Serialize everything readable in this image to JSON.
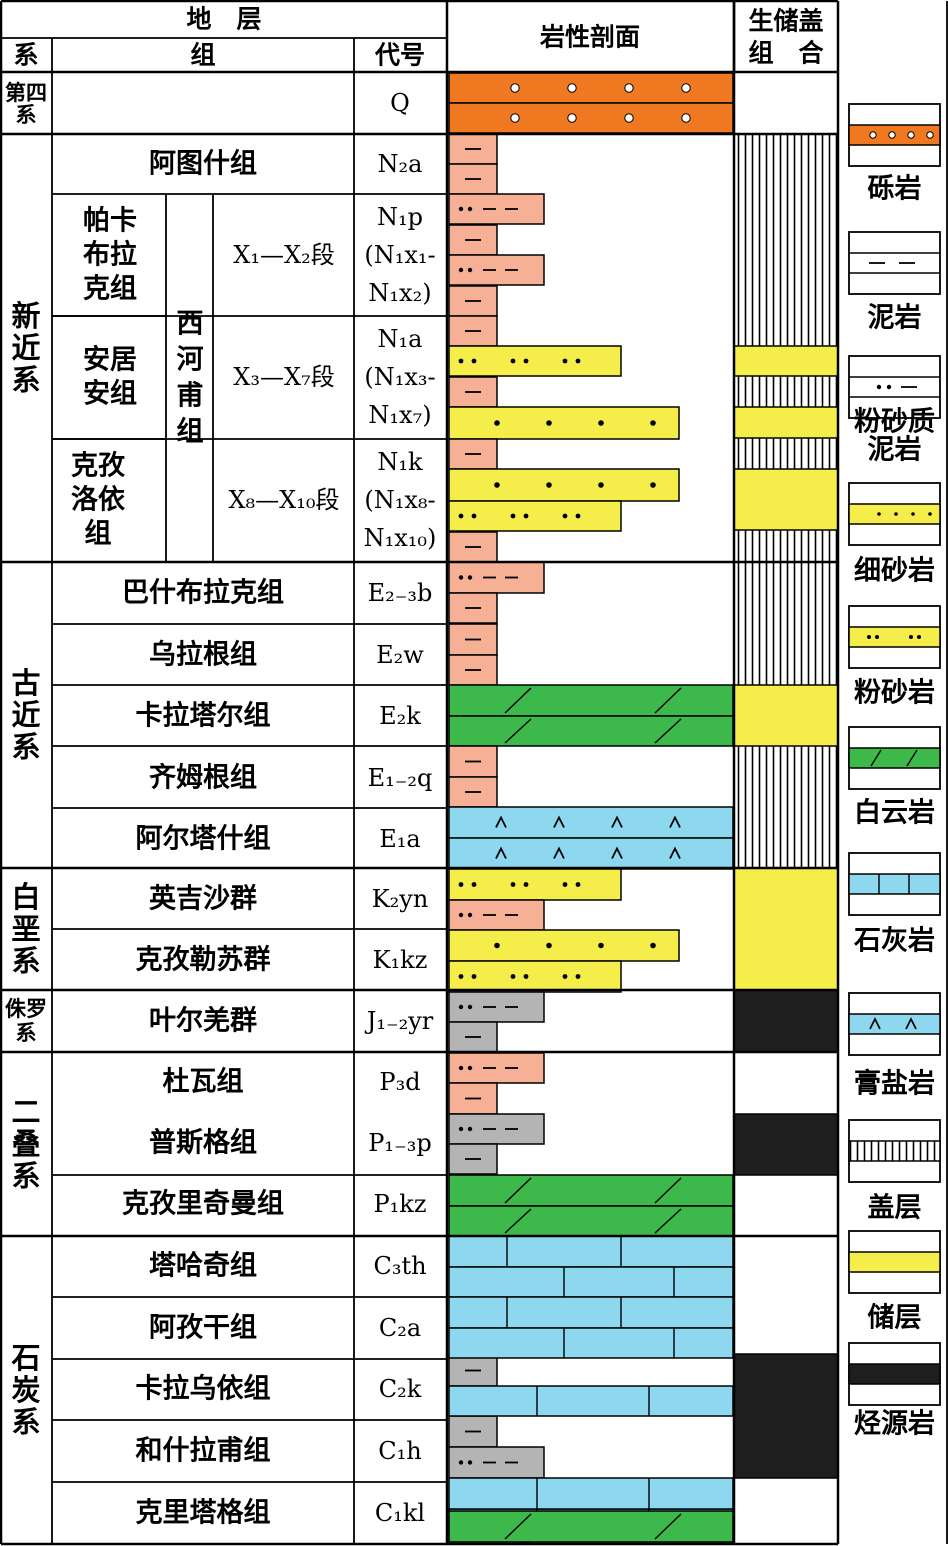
{
  "header": {
    "strata": "地　层",
    "system": "系",
    "formation": "组",
    "code": "代号",
    "lithology_profile": "岩性剖面",
    "combination_line1": "生储盖",
    "combination_line2": "组　合"
  },
  "systems": [
    {
      "id": "quaternary",
      "lines": [
        "第四",
        "系"
      ]
    },
    {
      "id": "neogene",
      "lines": [
        "新",
        "近",
        "系"
      ]
    },
    {
      "id": "paleogene",
      "lines": [
        "古",
        "近",
        "系"
      ]
    },
    {
      "id": "cretaceous",
      "lines": [
        "白",
        "垩",
        "系"
      ]
    },
    {
      "id": "jurassic",
      "lines": [
        "侏罗",
        "系"
      ]
    },
    {
      "id": "permian",
      "lines": [
        "二",
        "叠",
        "系"
      ]
    },
    {
      "id": "carboniferous",
      "lines": [
        "石",
        "炭",
        "系"
      ]
    }
  ],
  "group_label": [
    "西",
    "河",
    "甫",
    "组"
  ],
  "formations": [
    {
      "id": "atushi",
      "lines": [
        "阿图什组"
      ]
    },
    {
      "id": "pakabulake",
      "lines": [
        "帕卡",
        "布拉",
        "克组"
      ]
    },
    {
      "id": "anjuan",
      "lines": [
        "安居",
        "安组"
      ]
    },
    {
      "id": "kezilouyi",
      "lines": [
        "克孜",
        "洛依",
        "组"
      ]
    },
    {
      "id": "bashibulake",
      "lines": [
        "巴什布拉克组"
      ]
    },
    {
      "id": "wulagen",
      "lines": [
        "乌拉根组"
      ]
    },
    {
      "id": "kalataer",
      "lines": [
        "卡拉塔尔组"
      ]
    },
    {
      "id": "qimugen",
      "lines": [
        "齐姆根组"
      ]
    },
    {
      "id": "aertashi",
      "lines": [
        "阿尔塔什组"
      ]
    },
    {
      "id": "yingjisha",
      "lines": [
        "英吉沙群"
      ]
    },
    {
      "id": "kezilesu",
      "lines": [
        "克孜勒苏群"
      ]
    },
    {
      "id": "yeerqiang",
      "lines": [
        "叶尔羌群"
      ]
    },
    {
      "id": "duwa",
      "lines": [
        "杜瓦组"
      ]
    },
    {
      "id": "pusige",
      "lines": [
        "普斯格组"
      ]
    },
    {
      "id": "keziliqiman",
      "lines": [
        "克孜里奇曼组"
      ]
    },
    {
      "id": "tahaqi",
      "lines": [
        "塔哈奇组"
      ]
    },
    {
      "id": "aziigan",
      "lines": [
        "阿孜干组"
      ]
    },
    {
      "id": "kalawuyi",
      "lines": [
        "卡拉乌依组"
      ]
    },
    {
      "id": "heshilapu",
      "lines": [
        "和什拉甫组"
      ]
    },
    {
      "id": "kelitage",
      "lines": [
        "克里塔格组"
      ]
    }
  ],
  "segments": [
    "X₁—X₂段",
    "X₃—X₇段",
    "X₈—X₁₀段"
  ],
  "codes": [
    {
      "id": "q",
      "lines": [
        "Q"
      ]
    },
    {
      "id": "n2a",
      "lines": [
        "N₂a"
      ]
    },
    {
      "id": "n1p",
      "lines": [
        "N₁p",
        "(N₁x₁-",
        "N₁x₂)"
      ]
    },
    {
      "id": "n1a",
      "lines": [
        "N₁a",
        "(N₁x₃-",
        "N₁x₇)"
      ]
    },
    {
      "id": "n1k",
      "lines": [
        "N₁k",
        "(N₁x₈-",
        "N₁x₁₀)"
      ]
    },
    {
      "id": "e23b",
      "lines": [
        "E₂₋₃b"
      ]
    },
    {
      "id": "e2w",
      "lines": [
        "E₂w"
      ]
    },
    {
      "id": "e2k",
      "lines": [
        "E₂k"
      ]
    },
    {
      "id": "e12q",
      "lines": [
        "E₁₋₂q"
      ]
    },
    {
      "id": "e1a",
      "lines": [
        "E₁a"
      ]
    },
    {
      "id": "k2yn",
      "lines": [
        "K₂yn"
      ]
    },
    {
      "id": "k1kz",
      "lines": [
        "K₁kz"
      ]
    },
    {
      "id": "j12yr",
      "lines": [
        "J₁₋₂yr"
      ]
    },
    {
      "id": "p3d",
      "lines": [
        "P₃d"
      ]
    },
    {
      "id": "p13p",
      "lines": [
        "P₁₋₃p"
      ]
    },
    {
      "id": "p1kz",
      "lines": [
        "P₁kz"
      ]
    },
    {
      "id": "c3th",
      "lines": [
        "C₃th"
      ]
    },
    {
      "id": "c2a",
      "lines": [
        "C₂a"
      ]
    },
    {
      "id": "c2k",
      "lines": [
        "C₂k"
      ]
    },
    {
      "id": "c1h",
      "lines": [
        "C₁h"
      ]
    },
    {
      "id": "c1kl",
      "lines": [
        "C₁kl"
      ]
    }
  ],
  "legend": [
    {
      "id": "conglomerate",
      "lines": [
        "砾岩"
      ]
    },
    {
      "id": "mudstone",
      "lines": [
        "泥岩"
      ]
    },
    {
      "id": "silty-mudstone",
      "lines": [
        "粉砂质",
        "泥岩"
      ]
    },
    {
      "id": "fine-sandstone",
      "lines": [
        "细砂岩"
      ]
    },
    {
      "id": "siltstone",
      "lines": [
        "粉砂岩"
      ]
    },
    {
      "id": "dolomite",
      "lines": [
        "白云岩"
      ]
    },
    {
      "id": "limestone",
      "lines": [
        "石灰岩"
      ]
    },
    {
      "id": "gypsum-salt",
      "lines": [
        "膏盐岩"
      ]
    },
    {
      "id": "cap-rock",
      "lines": [
        "盖层"
      ]
    },
    {
      "id": "reservoir",
      "lines": [
        "储层"
      ]
    },
    {
      "id": "source-rock",
      "lines": [
        "烃源岩"
      ]
    }
  ],
  "colors": {
    "conglomerate": "#f07820",
    "mudstone": "#f5b095",
    "sandstone": "#f5ee4a",
    "dolomite": "#3db84a",
    "limestone": "#8dd8ee",
    "gray_mudstone": "#b4b4b4",
    "reservoir": "#f5ee4a",
    "source": "#1e1e1e"
  }
}
